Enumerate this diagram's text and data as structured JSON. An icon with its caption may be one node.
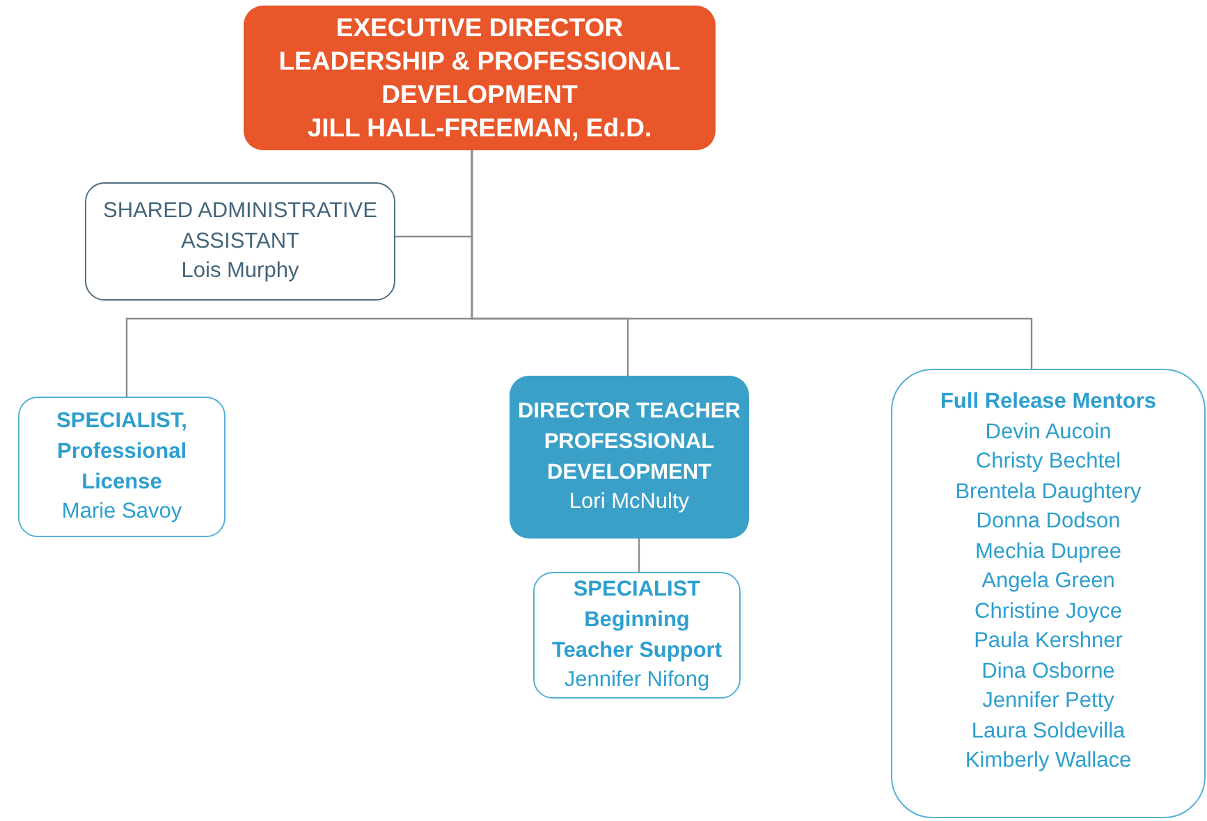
{
  "diagram": {
    "nodes": [
      {
        "text": [
          "EXECUTIVE DIRECTOR LEADERSHIP & PROFESSIONAL DEVELOPMENT",
          "JILL HALL-FREEMAN, Ed.D."
        ]
      },
      {
        "text": [
          "SHARED ADMINISTRATIVE ASSISTANT",
          "Lois Murphy"
        ]
      },
      {
        "text": [
          "SPECIALIST, Professional License",
          "Marie Savoy"
        ]
      },
      {
        "text": [
          "DIRECTOR TEACHER PROFESSIONAL DEVELOPMENT",
          "Lori McNulty"
        ]
      },
      {
        "text": [
          "SPECIALIST Beginning Teacher Support",
          "Jennifer Nifong"
        ]
      },
      {
        "text": [
          "Full Release Mentors",
          "Devin Aucoin",
          "Christy Bechtel",
          "Brentela Daughtery",
          "Donna Dodson",
          "Mechia Dupree",
          "Angela Green",
          "Christine Joyce",
          "Paula Kershner",
          "Dina Osborne",
          "Jennifer Petty",
          "Laura Soldevilla",
          "Kimberly Wallace"
        ]
      }
    ],
    "edges": [
      {
        "from": 0,
        "to": 1,
        "arrow": "none"
      },
      {
        "from": 0,
        "to": 2,
        "arrow": "none"
      },
      {
        "from": 0,
        "to": 3,
        "arrow": "none"
      },
      {
        "from": 0,
        "to": 5,
        "arrow": "none"
      },
      {
        "from": 3,
        "to": 4,
        "arrow": "none"
      }
    ]
  }
}
